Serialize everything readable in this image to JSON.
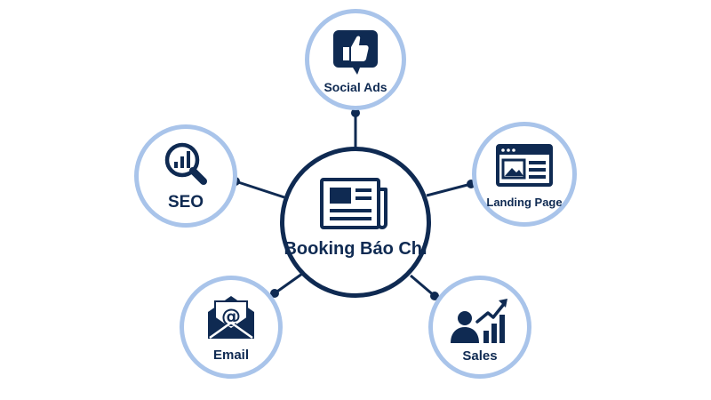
{
  "diagram": {
    "center": {
      "label": "Booking Báo Chí",
      "icon": "newspaper-icon"
    },
    "satellites": [
      {
        "key": "social-ads",
        "label": "Social Ads",
        "icon": "thumbs-up-icon"
      },
      {
        "key": "landing-page",
        "label": "Landing Page",
        "icon": "browser-window-icon"
      },
      {
        "key": "sales",
        "label": "Sales",
        "icon": "growth-chart-person-icon"
      },
      {
        "key": "email",
        "label": "Email",
        "icon": "envelope-at-icon"
      },
      {
        "key": "seo",
        "label": "SEO",
        "icon": "magnifier-chart-icon"
      }
    ]
  },
  "colors": {
    "primary": "#0f2a52",
    "ring": "#a9c4ea",
    "background": "#ffffff"
  }
}
